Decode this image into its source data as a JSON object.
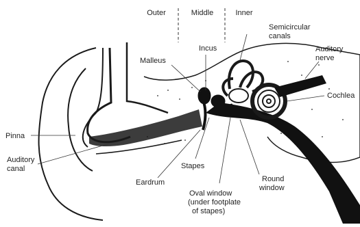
{
  "diagram": {
    "regions": {
      "outer": "Outer",
      "middle": "Middle",
      "inner": "Inner"
    },
    "labels": {
      "semicircular_canals": [
        "Semicircular",
        "canals"
      ],
      "incus": "Incus",
      "malleus": "Malleus",
      "auditory_nerve": [
        "Auditory",
        "nerve"
      ],
      "cochlea": "Cochlea",
      "pinna": "Pinna",
      "auditory_canal": [
        "Auditory",
        "canal"
      ],
      "stapes": "Stapes",
      "eardrum": "Eardrum",
      "round_window": [
        "Round",
        "window"
      ],
      "oval_window": [
        "Oval window",
        "(under footplate",
        "of stapes)"
      ]
    },
    "colors": {
      "ink": "#1a1a1a",
      "fill_dark": "#111111",
      "label": "#333333",
      "background": "#ffffff"
    }
  }
}
